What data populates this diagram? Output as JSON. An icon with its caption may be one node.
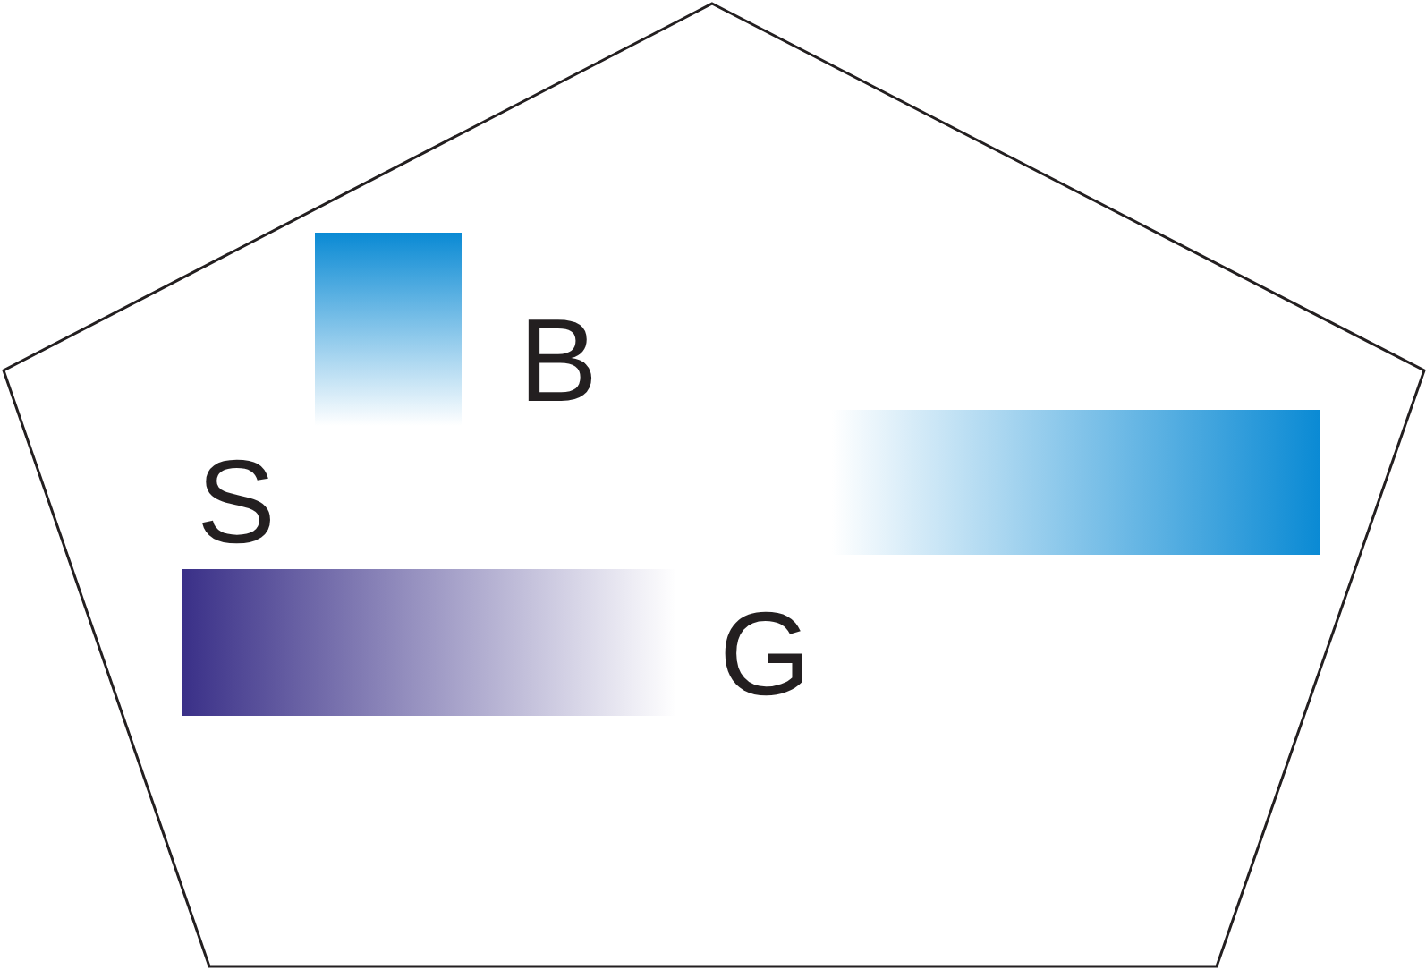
{
  "diagram": {
    "nodes": [
      {
        "text": [],
        "shape": "bar"
      },
      {
        "text": [],
        "shape": "bar"
      },
      {
        "text": [],
        "shape": "bar"
      }
    ],
    "labels": [
      "B",
      "S",
      "G"
    ]
  }
}
